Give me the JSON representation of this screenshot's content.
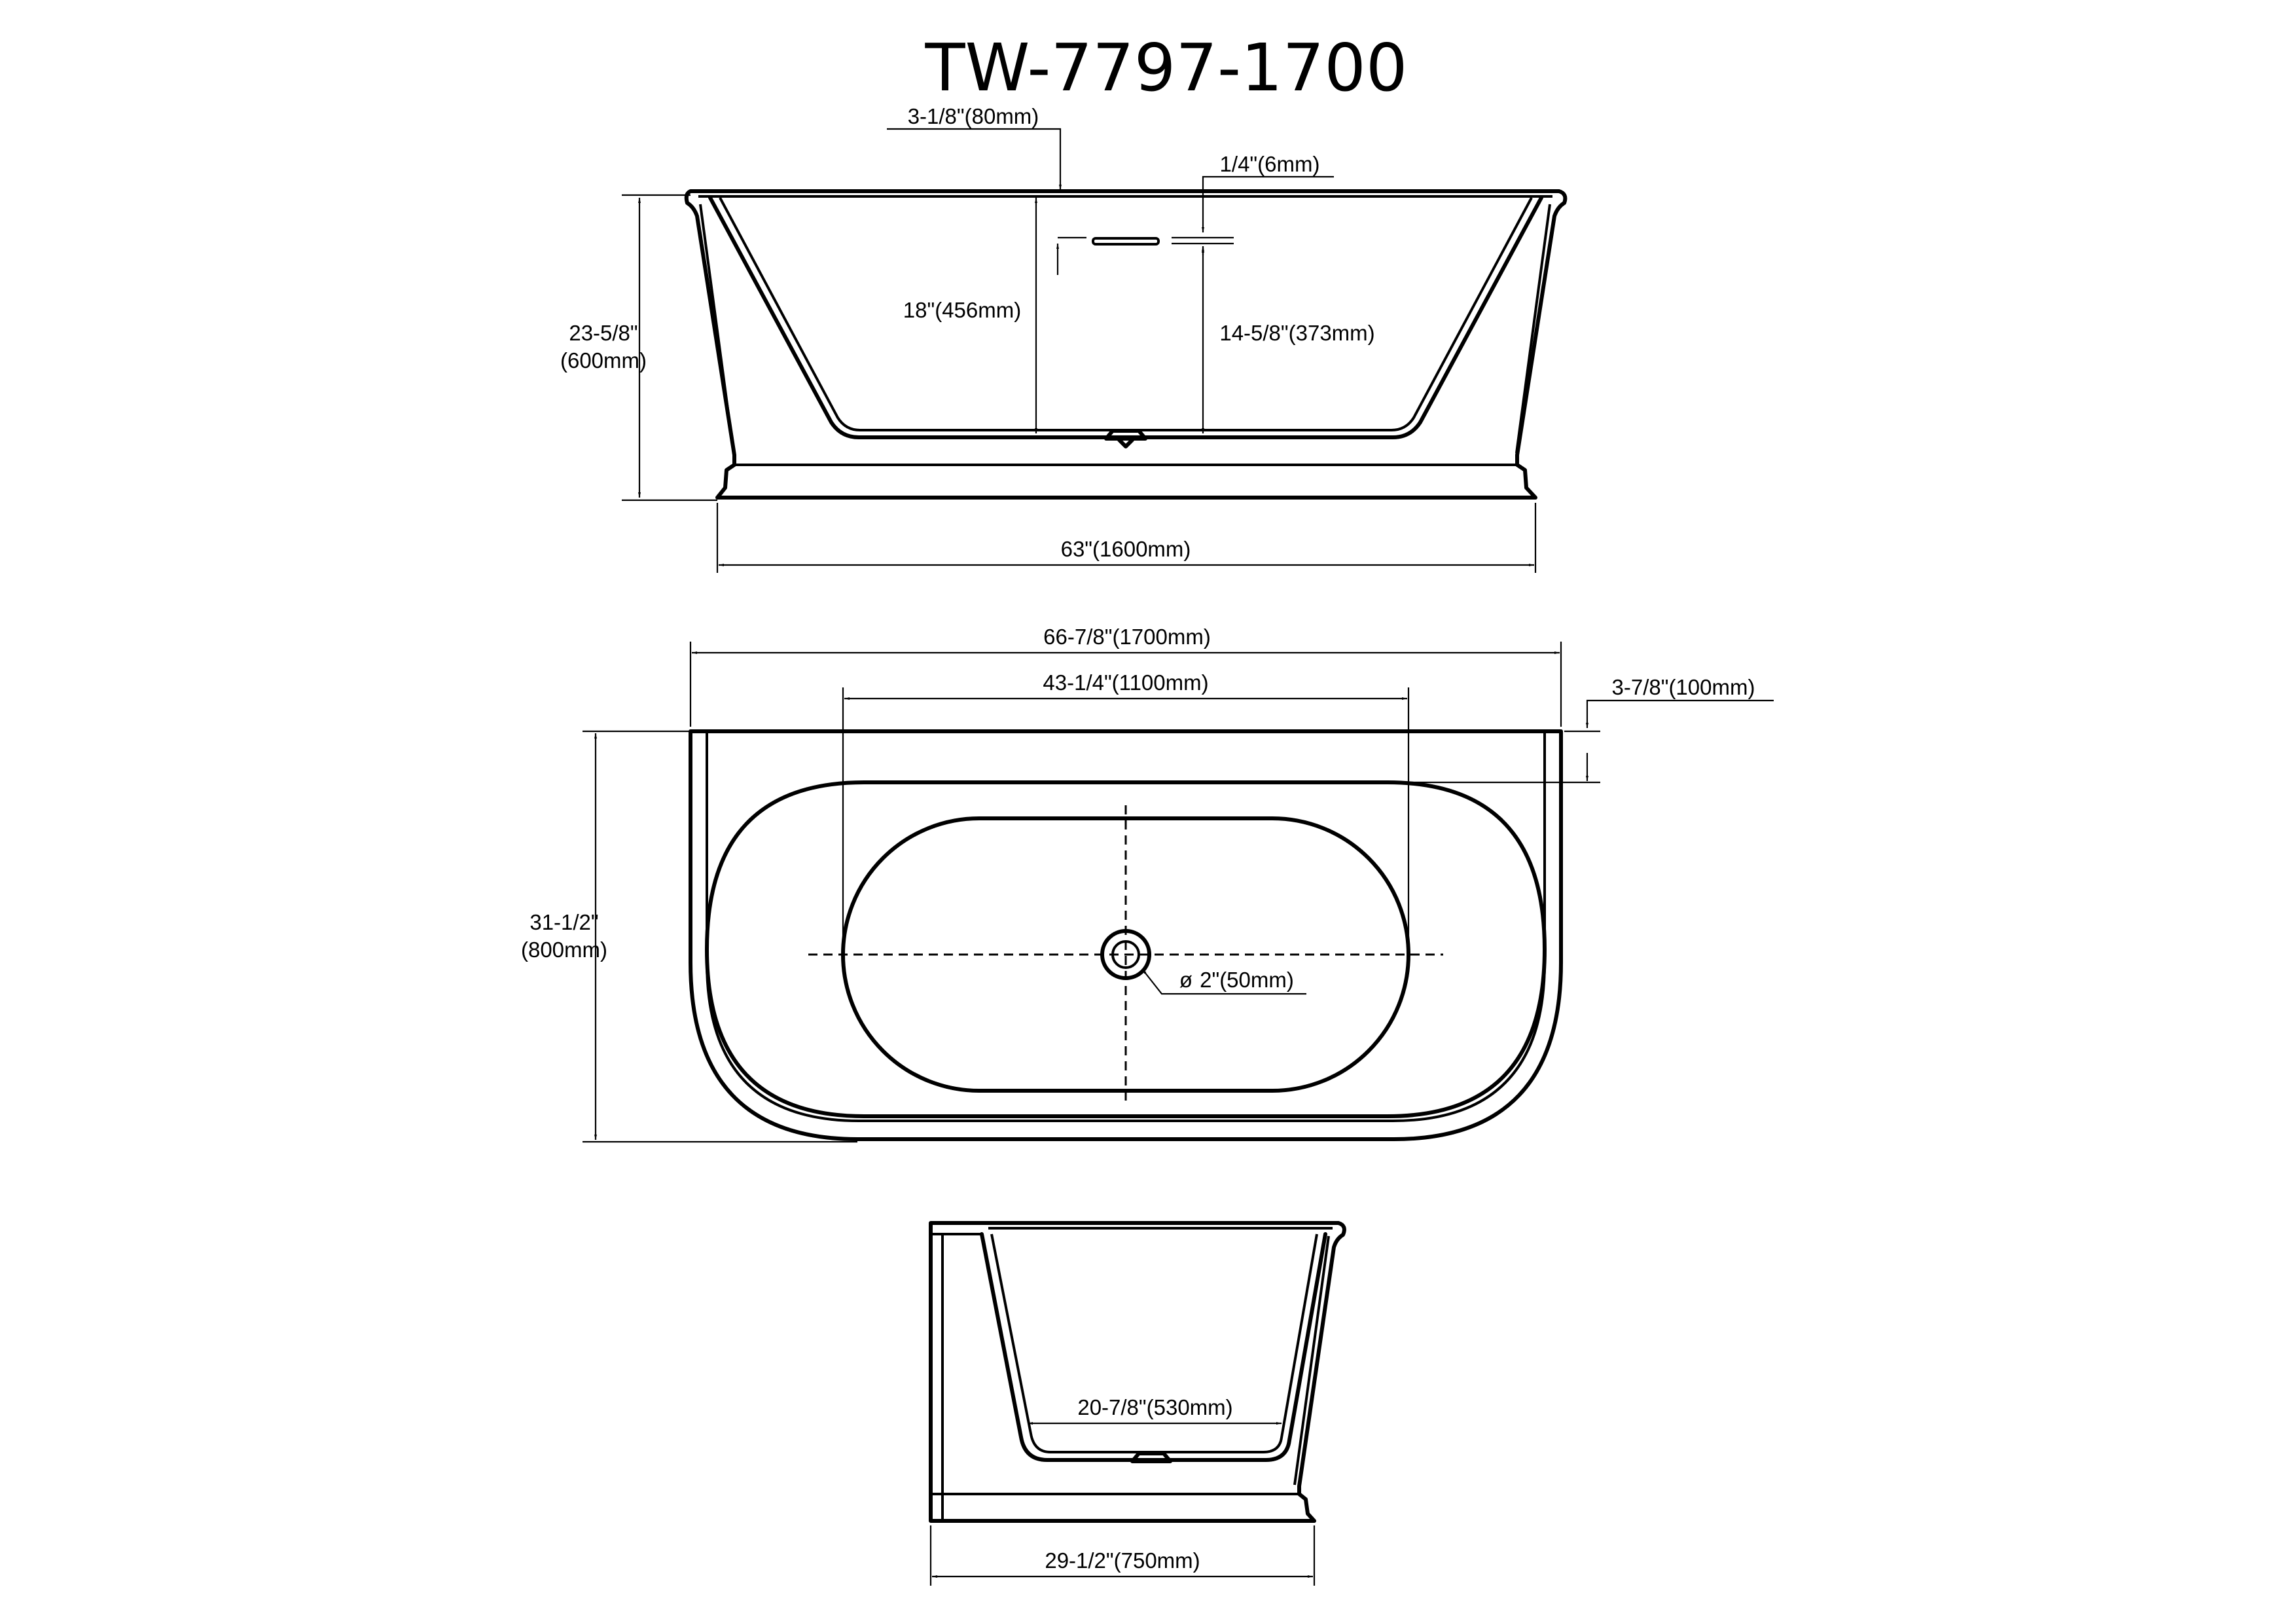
{
  "title": "TW-7797-1700",
  "front_view": {
    "dim_overflow_offset": "3-1/8\"(80mm)",
    "dim_overflow_height": "1/4\"(6mm)",
    "dim_inner_depth": "18\"(456mm)",
    "dim_overflow_to_bottom": "14-5/8\"(373mm)",
    "dim_total_height_in": "23-5/8\"",
    "dim_total_height_mm": "(600mm)",
    "dim_base_length": "63\"(1600mm)"
  },
  "top_view": {
    "dim_overall_length": "66-7/8\"(1700mm)",
    "dim_inner_length": "43-1/4\"(1100mm)",
    "dim_back_ledge": "3-7/8\"(100mm)",
    "dim_width_in": "31-1/2\"",
    "dim_width_mm": "(800mm)",
    "drain_symbol": "ø",
    "dim_drain": "2\"(50mm)"
  },
  "side_view": {
    "dim_inner_bottom": "20-7/8\"(530mm)",
    "dim_base_width": "29-1/2\"(750mm)"
  }
}
